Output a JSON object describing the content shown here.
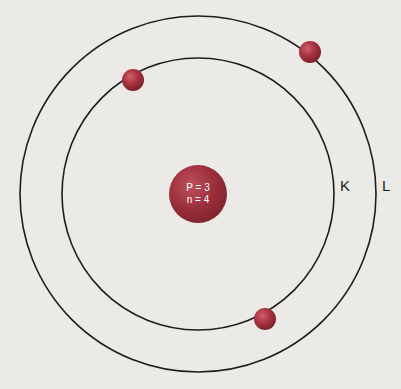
{
  "diagram": {
    "nodes": [
      {
        "text": [
          "P = 3",
          "n = 4"
        ]
      }
    ],
    "labels": [
      "K",
      "L"
    ]
  }
}
